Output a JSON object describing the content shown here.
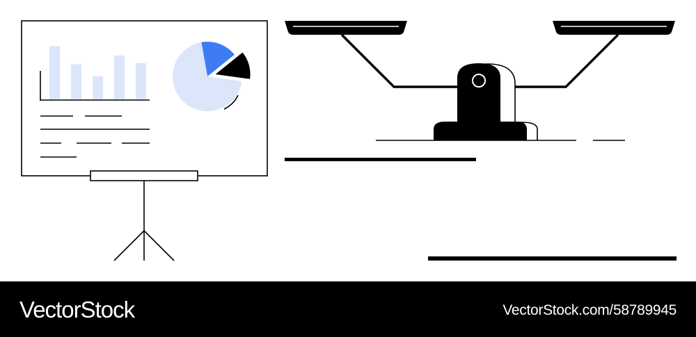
{
  "colors": {
    "ink": "#000000",
    "accent_blue": "#3d7cf5",
    "light_blue": "#dbe6fb",
    "background": "#ffffff"
  },
  "illustration": {
    "description_icons": [
      "presentation-board-icon",
      "bar-chart-icon",
      "pie-chart-icon",
      "balance-scale-icon"
    ],
    "bar_levels": [
      0.97,
      0.64,
      0.42,
      0.8,
      0.66
    ],
    "pie_slices": [
      {
        "name": "blue",
        "fraction": 0.17,
        "color": "accent_blue"
      },
      {
        "name": "black",
        "fraction": 0.13,
        "color": "ink"
      },
      {
        "name": "light",
        "fraction": 0.7,
        "color": "light_blue"
      }
    ]
  },
  "footer": {
    "brand": "VectorStock",
    "credit": "VectorStock.com/58789945"
  }
}
